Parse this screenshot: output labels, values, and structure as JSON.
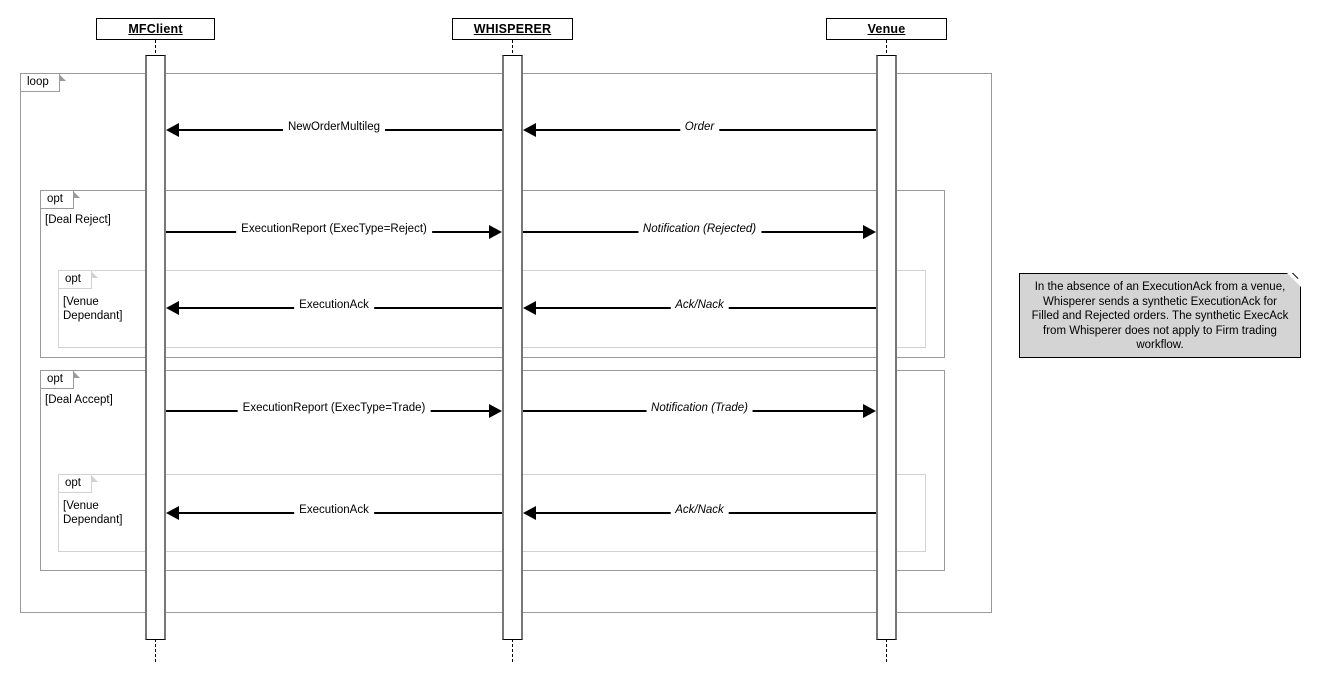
{
  "diagram": {
    "type": "uml-sequence-diagram",
    "actors": [
      {
        "id": "mfclient",
        "label": "MFClient"
      },
      {
        "id": "whisperer",
        "label": "WHISPERER"
      },
      {
        "id": "venue",
        "label": "Venue"
      }
    ],
    "fragments": [
      {
        "id": "loop",
        "operator": "loop",
        "guard": ""
      },
      {
        "id": "opt-deal-reject",
        "operator": "opt",
        "guard": "[Deal Reject]"
      },
      {
        "id": "opt-venue-dependant-1",
        "operator": "opt",
        "guard": "[Venue\nDependant]"
      },
      {
        "id": "opt-deal-accept",
        "operator": "opt",
        "guard": "[Deal Accept]"
      },
      {
        "id": "opt-venue-dependant-2",
        "operator": "opt",
        "guard": "[Venue\nDependant]"
      }
    ],
    "messages": [
      {
        "id": "m1",
        "label": "NewOrderMultileg",
        "from": "whisperer",
        "to": "mfclient",
        "direction": "left",
        "italic": false
      },
      {
        "id": "m2",
        "label": "Order",
        "from": "venue",
        "to": "whisperer",
        "direction": "left",
        "italic": true
      },
      {
        "id": "m3",
        "label": "ExecutionReport (ExecType=Reject)",
        "from": "mfclient",
        "to": "whisperer",
        "direction": "right",
        "italic": false
      },
      {
        "id": "m4",
        "label": "Notification (Rejected)",
        "from": "whisperer",
        "to": "venue",
        "direction": "right",
        "italic": true
      },
      {
        "id": "m5",
        "label": "ExecutionAck",
        "from": "whisperer",
        "to": "mfclient",
        "direction": "left",
        "italic": false
      },
      {
        "id": "m6",
        "label": "Ack/Nack",
        "from": "venue",
        "to": "whisperer",
        "direction": "left",
        "italic": true
      },
      {
        "id": "m7",
        "label": "ExecutionReport (ExecType=Trade)",
        "from": "mfclient",
        "to": "whisperer",
        "direction": "right",
        "italic": false
      },
      {
        "id": "m8",
        "label": "Notification (Trade)",
        "from": "whisperer",
        "to": "venue",
        "direction": "right",
        "italic": true
      },
      {
        "id": "m9",
        "label": "ExecutionAck",
        "from": "whisperer",
        "to": "mfclient",
        "direction": "left",
        "italic": false
      },
      {
        "id": "m10",
        "label": "Ack/Nack",
        "from": "venue",
        "to": "whisperer",
        "direction": "left",
        "italic": true
      }
    ],
    "note": {
      "text": "In the absence of an ExecutionAck from a venue, Whisperer sends a synthetic ExecutionAck for Filled and Rejected orders. The synthetic ExecAck from Whisperer does not apply to Firm trading workflow."
    },
    "colors": {
      "background": "#ffffff",
      "line": "#000000",
      "fragment_border": "#9a9a9a",
      "fragment_border_inner": "#d2d2d2",
      "activation_side": "#777777",
      "note_fill": "#d4d4d4"
    }
  }
}
